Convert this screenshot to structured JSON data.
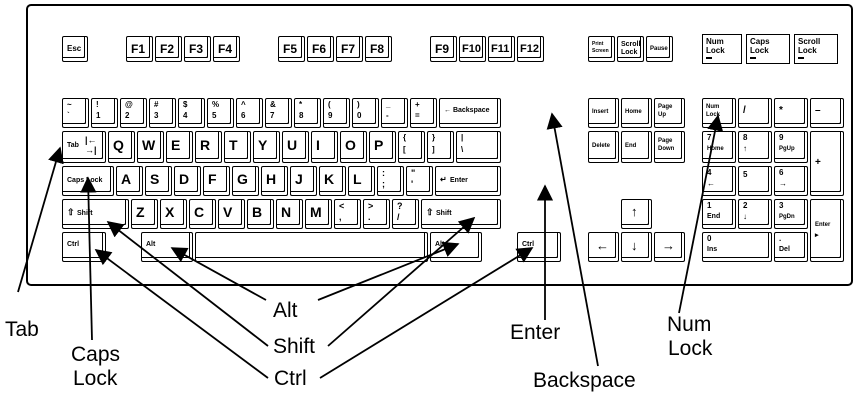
{
  "keys": {
    "esc": "Esc",
    "f": [
      "F1",
      "F2",
      "F3",
      "F4",
      "F5",
      "F6",
      "F7",
      "F8",
      "F9",
      "F10",
      "F11",
      "F12"
    ],
    "print_screen": [
      "Print",
      "Screen"
    ],
    "scroll_lock": [
      "Scroll",
      "Lock"
    ],
    "pause": "Pause",
    "num_row": [
      [
        "~",
        "`"
      ],
      [
        "!",
        "1"
      ],
      [
        "@",
        "2"
      ],
      [
        "#",
        "3"
      ],
      [
        "$",
        "4"
      ],
      [
        "%",
        "5"
      ],
      [
        "^",
        "6"
      ],
      [
        "&",
        "7"
      ],
      [
        "*",
        "8"
      ],
      [
        "(",
        "9"
      ],
      [
        ")",
        "0"
      ],
      [
        "_",
        "-"
      ],
      [
        "+",
        "="
      ]
    ],
    "backspace": "← Backspace",
    "tab": "Tab",
    "q_row": [
      "Q",
      "W",
      "E",
      "R",
      "T",
      "Y",
      "U",
      "I",
      "O",
      "P"
    ],
    "q_row_symbols": [
      [
        "{",
        "["
      ],
      [
        "}",
        "]"
      ],
      [
        "|",
        "\\"
      ]
    ],
    "caps_lock": "Caps Lock",
    "a_row": [
      "A",
      "S",
      "D",
      "F",
      "G",
      "H",
      "J",
      "K",
      "L"
    ],
    "a_row_symbols": [
      [
        ":",
        ";"
      ],
      [
        "\"",
        "'"
      ]
    ],
    "enter": "Enter",
    "shift": "Shift",
    "z_row": [
      "Z",
      "X",
      "C",
      "V",
      "B",
      "N",
      "M"
    ],
    "z_row_symbols": [
      [
        "<",
        ","
      ],
      [
        ">",
        "."
      ],
      [
        "?",
        "/"
      ]
    ],
    "ctrl": "Ctrl",
    "alt": "Alt",
    "insert": "Insert",
    "home": "Home",
    "page_up": [
      "Page",
      "Up"
    ],
    "delete": "Delete",
    "end": "End",
    "page_down": [
      "Page",
      "Down"
    ],
    "arrows": [
      "↑",
      "←",
      "↓",
      "→"
    ],
    "num_lock": [
      "Num",
      "Lock"
    ],
    "slash": "/",
    "asterisk": "*",
    "minus": "–",
    "plus": "+",
    "np7": [
      "7",
      "Home"
    ],
    "np8": [
      "8",
      "↑"
    ],
    "np9": [
      "9",
      "PgUp"
    ],
    "np4": [
      "4",
      "←"
    ],
    "np5": "5",
    "np6": [
      "6",
      "→"
    ],
    "np1": [
      "1",
      "End"
    ],
    "np2": [
      "2",
      "↓"
    ],
    "np3": [
      "3",
      "PgDn"
    ],
    "np0": [
      "0",
      "Ins"
    ],
    "npdot": [
      ".",
      "Del"
    ],
    "np_enter": "Enter"
  },
  "indicators": {
    "num_lock": [
      "Num",
      "Lock"
    ],
    "caps_lock": [
      "Caps",
      "Lock"
    ],
    "scroll_lock": [
      "Scroll",
      "Lock"
    ]
  },
  "callouts": {
    "tab": "Tab",
    "caps_lock": [
      "Caps",
      "Lock"
    ],
    "alt": "Alt",
    "shift": "Shift",
    "ctrl": "Ctrl",
    "enter": "Enter",
    "num_lock": [
      "Num",
      "Lock"
    ],
    "backspace": "Backspace"
  }
}
